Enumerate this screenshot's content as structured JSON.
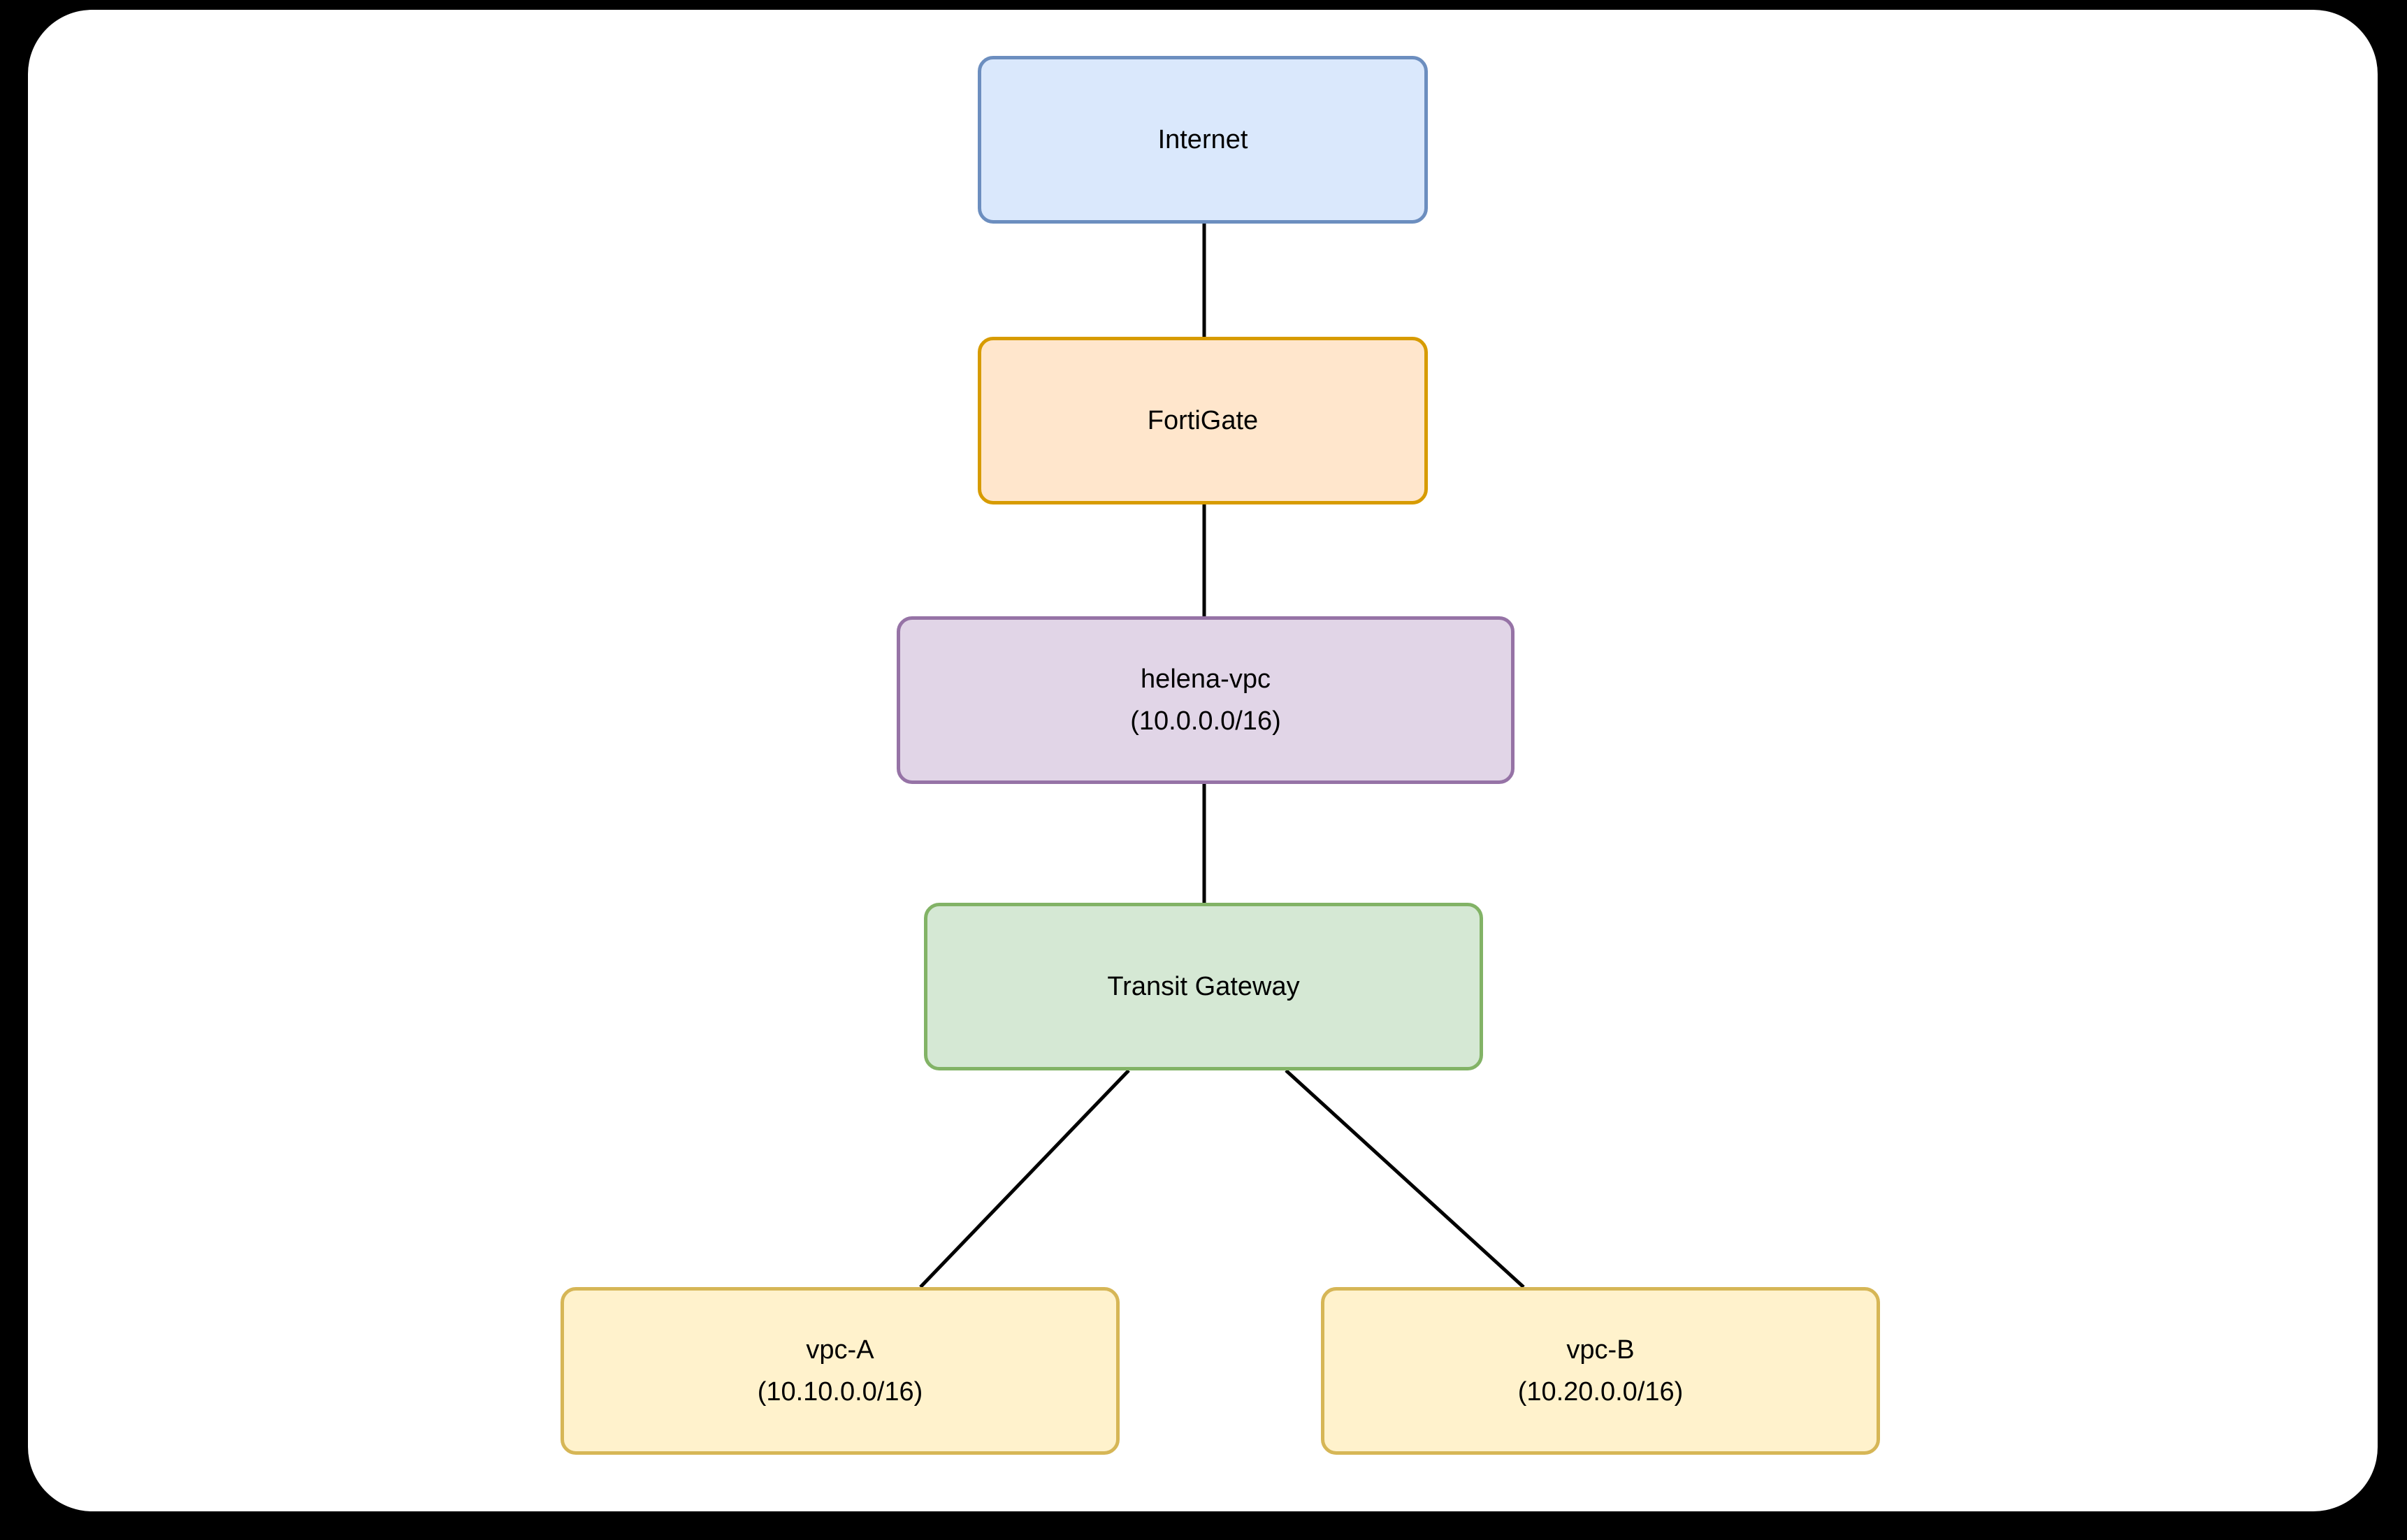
{
  "canvas": {
    "background": "#ffffff",
    "outer_background": "#000000"
  },
  "diagram": {
    "type": "network-architecture",
    "nodes": [
      {
        "id": "internet",
        "label": "Internet",
        "cidr": "",
        "fill": "#dae8fc",
        "stroke": "#6c8ebf"
      },
      {
        "id": "fortigate",
        "label": "FortiGate",
        "cidr": "",
        "fill": "#ffe6cc",
        "stroke": "#d79b00"
      },
      {
        "id": "helena-vpc",
        "label": "helena-vpc",
        "cidr": "(10.0.0.0/16)",
        "fill": "#e1d5e7",
        "stroke": "#9673a6"
      },
      {
        "id": "transit-gateway",
        "label": "Transit Gateway",
        "cidr": "",
        "fill": "#d5e8d4",
        "stroke": "#82b366"
      },
      {
        "id": "vpc-a",
        "label": "vpc-A",
        "cidr": "(10.10.0.0/16)",
        "fill": "#fff2cc",
        "stroke": "#d6b656"
      },
      {
        "id": "vpc-b",
        "label": "vpc-B",
        "cidr": "(10.20.0.0/16)",
        "fill": "#fff2cc",
        "stroke": "#d6b656"
      }
    ],
    "edges": [
      {
        "id": "edge-internet-fortigate",
        "from": "internet",
        "to": "fortigate",
        "color": "#000000"
      },
      {
        "id": "edge-fortigate-helena-vpc",
        "from": "fortigate",
        "to": "helena-vpc",
        "color": "#000000"
      },
      {
        "id": "edge-helena-vpc-transit-gateway",
        "from": "helena-vpc",
        "to": "transit-gateway",
        "color": "#000000"
      },
      {
        "id": "edge-transit-gateway-vpc-a",
        "from": "transit-gateway",
        "to": "vpc-a",
        "color": "#000000"
      },
      {
        "id": "edge-transit-gateway-vpc-b",
        "from": "transit-gateway",
        "to": "vpc-b",
        "color": "#000000"
      }
    ]
  }
}
